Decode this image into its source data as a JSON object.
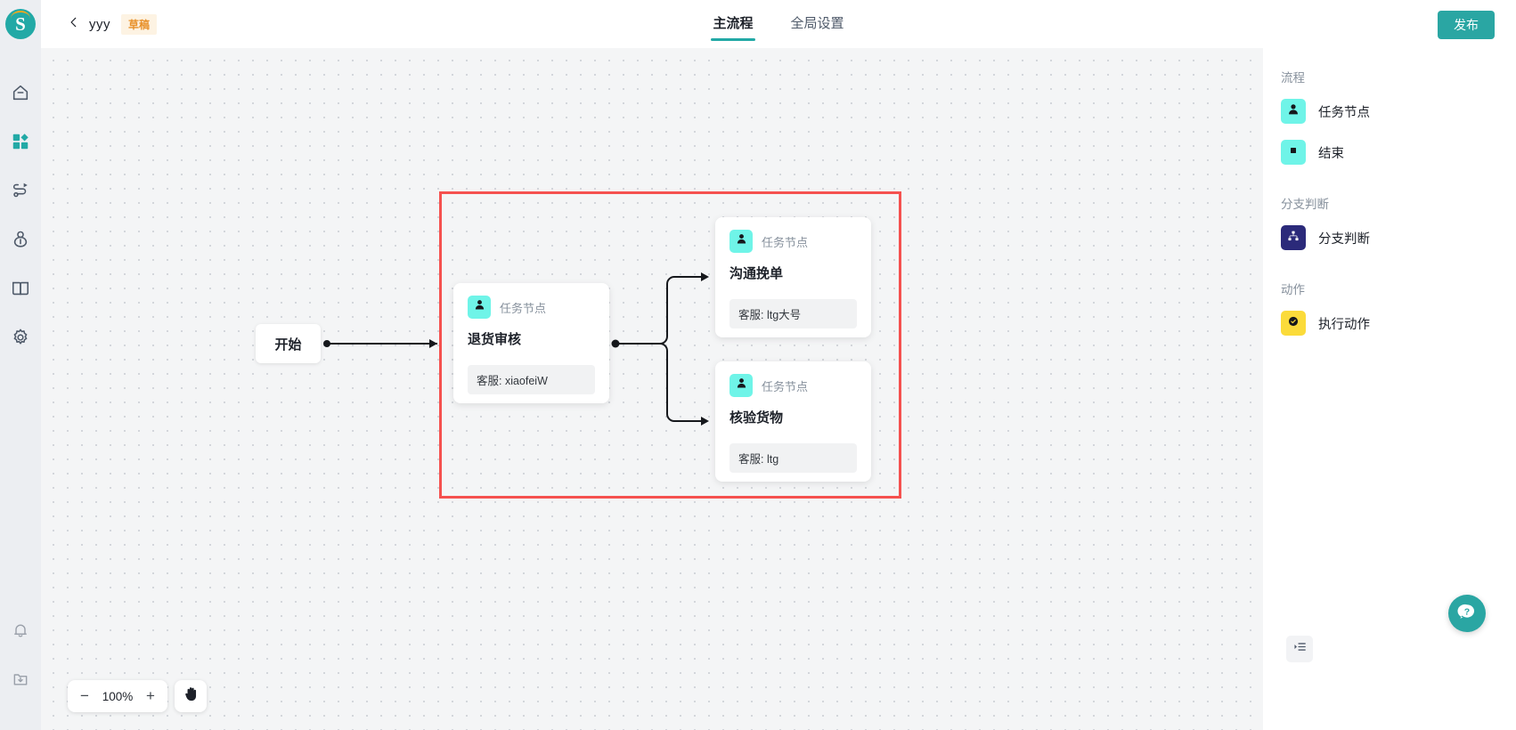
{
  "app": {
    "logo_letter": "S",
    "logo_color": "#22a9a6"
  },
  "left_rail": {
    "items": [
      {
        "icon": "home-icon",
        "active": false
      },
      {
        "icon": "grid-apps-icon",
        "active": true
      },
      {
        "icon": "flow-route-icon",
        "active": false
      },
      {
        "icon": "person-pin-icon",
        "active": false
      },
      {
        "icon": "book-icon",
        "active": false
      },
      {
        "icon": "gear-icon",
        "active": false
      }
    ],
    "bottom_items": [
      {
        "icon": "bell-icon"
      },
      {
        "icon": "folder-download-icon"
      }
    ]
  },
  "header": {
    "back_icon": "chevron-left-icon",
    "title": "yyy",
    "badge": "草稿",
    "badge_color": "#e8912a",
    "tabs": [
      {
        "label": "主流程",
        "active": true
      },
      {
        "label": "全局设置",
        "active": false
      }
    ],
    "publish_label": "发布",
    "publish_color": "#2aa6a3"
  },
  "canvas": {
    "selection_color": "#f5514f",
    "start_node": {
      "label": "开始"
    },
    "nodes": [
      {
        "type_label": "任务节点",
        "title": "退货审核",
        "footer": "客服: xiaofeiW",
        "badge_color": "#6ff4e8"
      },
      {
        "type_label": "任务节点",
        "title": "沟通挽单",
        "footer": "客服: ltg大号",
        "badge_color": "#6ff4e8"
      },
      {
        "type_label": "任务节点",
        "title": "核验货物",
        "footer": "客服: ltg",
        "badge_color": "#6ff4e8"
      }
    ],
    "zoom": {
      "minus_label": "−",
      "level": "100%",
      "plus_label": "+",
      "pan_icon": "hand-pan-icon"
    }
  },
  "right_panel": {
    "sections": [
      {
        "title": "流程",
        "items": [
          {
            "label": "任务节点",
            "icon": "person-node-icon",
            "color": "#6ff4e8"
          },
          {
            "label": "结束",
            "icon": "stop-square-icon",
            "color": "#6ff4e8"
          }
        ]
      },
      {
        "title": "分支判断",
        "items": [
          {
            "label": "分支判断",
            "icon": "branch-hierarchy-icon",
            "color": "#2b2a7a"
          }
        ]
      },
      {
        "title": "动作",
        "items": [
          {
            "label": "执行动作",
            "icon": "check-circle-icon",
            "color": "#fbdb3a"
          }
        ]
      }
    ],
    "help_icon": "question-chat-icon",
    "collapse_icon": "panel-collapse-icon"
  }
}
